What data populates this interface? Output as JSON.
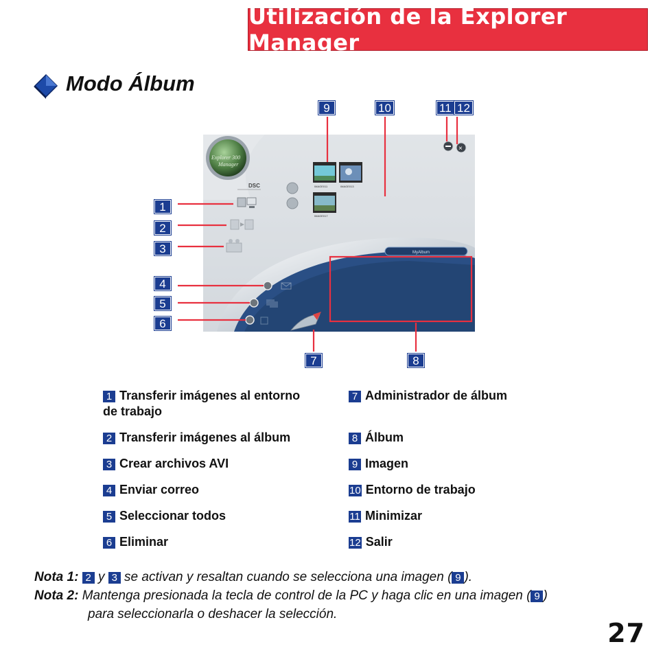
{
  "header": {
    "title": "Utilización de la Explorer Manager"
  },
  "section": {
    "title": "Modo Álbum"
  },
  "screenshot": {
    "logo_line1": "Explorer 300",
    "logo_line2": "Manager",
    "dsc_label": "DSC",
    "thumbnails": [
      "IMAGE011",
      "IMAGE013",
      "IMAGE017"
    ],
    "album_tab": "MyAlbum"
  },
  "callouts": [
    "1",
    "2",
    "3",
    "4",
    "5",
    "6",
    "7",
    "8",
    "9",
    "10",
    "11",
    "12"
  ],
  "legend": [
    {
      "num": "1",
      "label": "Transferir imágenes al entorno",
      "label2": "de trabajo"
    },
    {
      "num": "2",
      "label": "Transferir imágenes al álbum"
    },
    {
      "num": "3",
      "label": "Crear archivos AVI"
    },
    {
      "num": "4",
      "label": "Enviar correo"
    },
    {
      "num": "5",
      "label": "Seleccionar todos"
    },
    {
      "num": "6",
      "label": "Eliminar"
    },
    {
      "num": "7",
      "label": "Administrador de álbum"
    },
    {
      "num": "8",
      "label": "Álbum"
    },
    {
      "num": "9",
      "label": "Imagen"
    },
    {
      "num": "10",
      "label": "Entorno de trabajo"
    },
    {
      "num": "11",
      "label": "Minimizar"
    },
    {
      "num": "12",
      "label": "Salir"
    }
  ],
  "notes": {
    "note1_label": "Nota 1:",
    "note1_num_a": "2",
    "note1_and": "y",
    "note1_num_b": "3",
    "note1_text": "se activan y resaltan cuando se selecciona una imagen (",
    "note1_num_c": "9",
    "note1_end": ").",
    "note2_label": "Nota 2:",
    "note2_text": "Mantenga presionada la tecla de control de la PC y haga clic en una imagen (",
    "note2_num": "9",
    "note2_end": ")",
    "note2_line2": "para seleccionarla o deshacer la selección."
  },
  "page_number": "27",
  "colors": {
    "banner": "#e8303f",
    "badge": "#1b3d91",
    "callout_line": "#e8303f",
    "album_bg": "#2a4f85"
  }
}
